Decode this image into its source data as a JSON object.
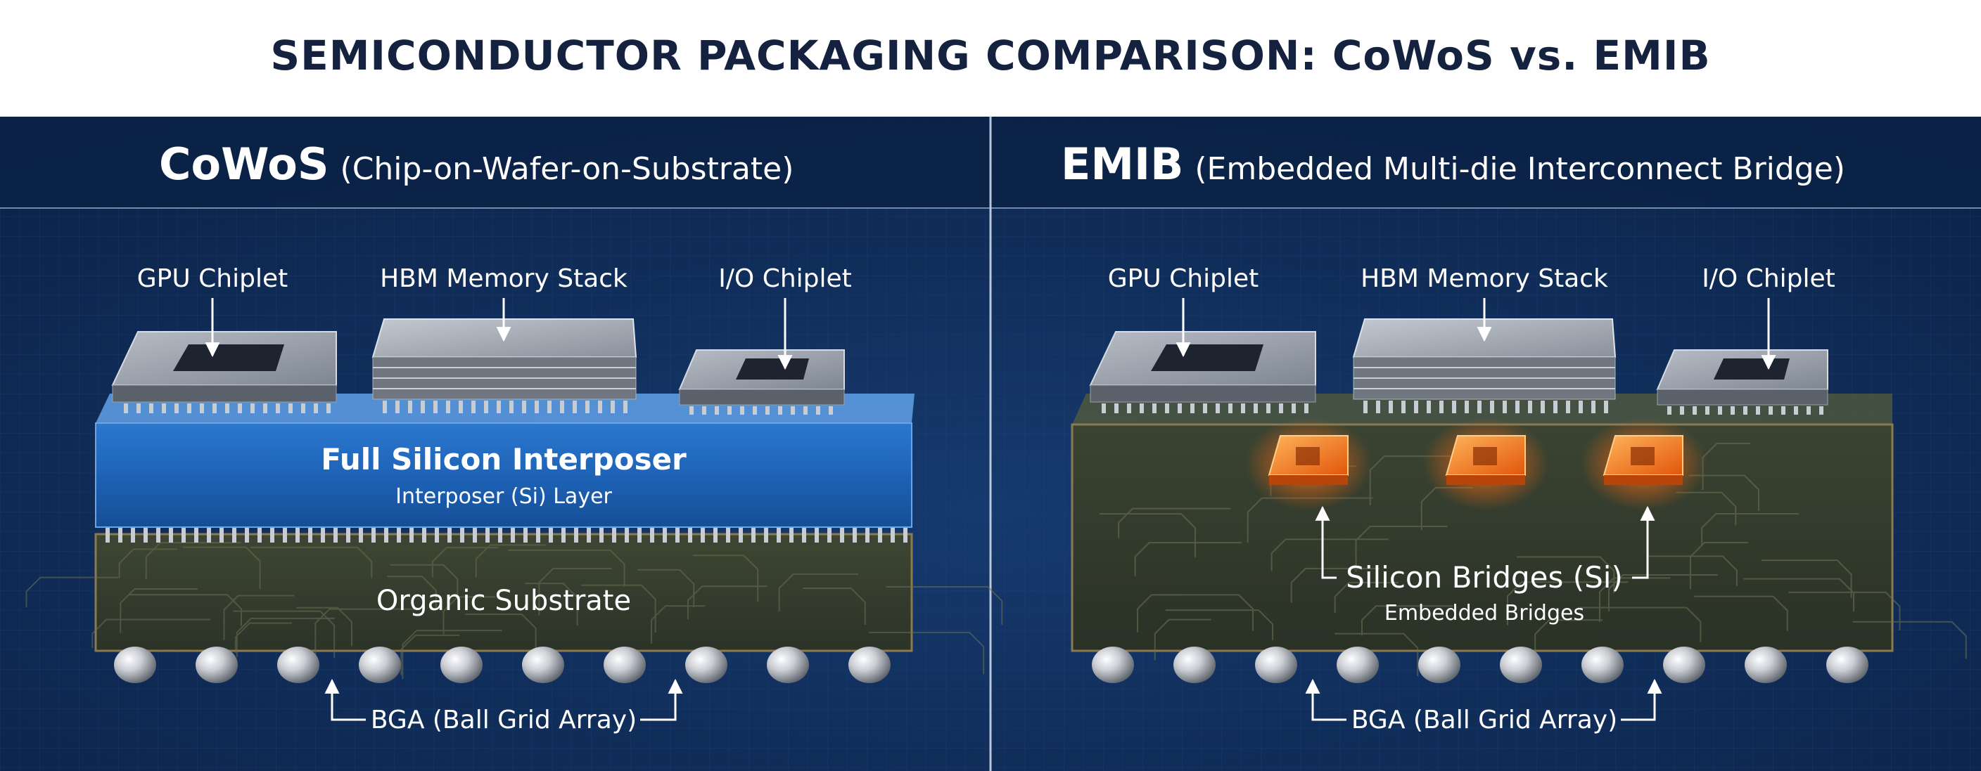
{
  "title": "SEMICONDUCTOR PACKAGING COMPARISON: CoWoS vs. EMIB",
  "colors": {
    "background": "#0f2a52",
    "header_band": "#0c2246",
    "interposer": "#1f64b8",
    "substrate": "#37412f",
    "bridge_glow": "#ff7a1a",
    "ink": "#14223f"
  },
  "cowos": {
    "title_main": "CoWoS",
    "title_sub": "(Chip-on-Wafer-on-Substrate)",
    "gpu_label": "GPU Chiplet",
    "hbm_label": "HBM Memory Stack",
    "io_label": "I/O Chiplet",
    "interposer_title": "Full Silicon Interposer",
    "interposer_sub": "Interposer (Si) Layer",
    "substrate_label": "Organic Substrate",
    "bga_label": "BGA (Ball Grid Array)"
  },
  "emib": {
    "title_main": "EMIB",
    "title_sub": "(Embedded Multi-die Interconnect Bridge)",
    "gpu_label": "GPU Chiplet",
    "hbm_label": "HBM Memory Stack",
    "io_label": "I/O Chiplet",
    "bridges_title": "Silicon Bridges (Si)",
    "bridges_sub": "Embedded Bridges",
    "bga_label": "BGA (Ball Grid Array)"
  }
}
